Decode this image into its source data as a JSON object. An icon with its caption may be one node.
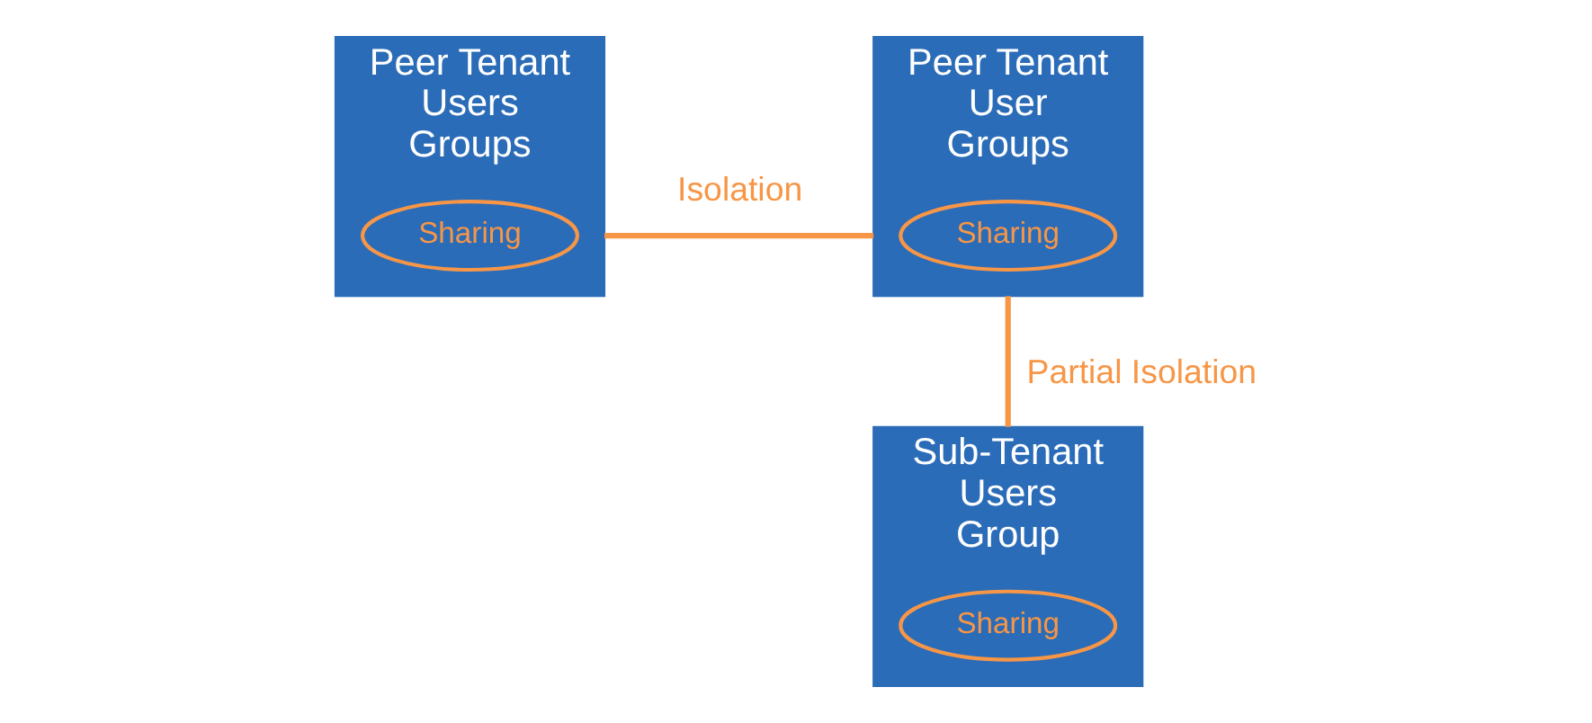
{
  "diagram": {
    "nodes": [
      {
        "text": [
          "Peer Tenant",
          "Users",
          "Groups"
        ]
      },
      {
        "text": [
          "Sharing"
        ],
        "in": 0
      },
      {
        "text": [
          "Peer Tenant",
          "User",
          "Groups"
        ]
      },
      {
        "text": [
          "Sharing"
        ],
        "in": 2
      },
      {
        "text": [
          "Sub-Tenant",
          "Users",
          "Group"
        ]
      },
      {
        "text": [
          "Sharing"
        ],
        "in": 4
      }
    ],
    "edges": [
      {
        "from": 0,
        "to": 2,
        "arrow": "none",
        "label": "Isolation"
      },
      {
        "from": 2,
        "to": 4,
        "arrow": "none",
        "label": "Partial Isolation"
      }
    ]
  }
}
